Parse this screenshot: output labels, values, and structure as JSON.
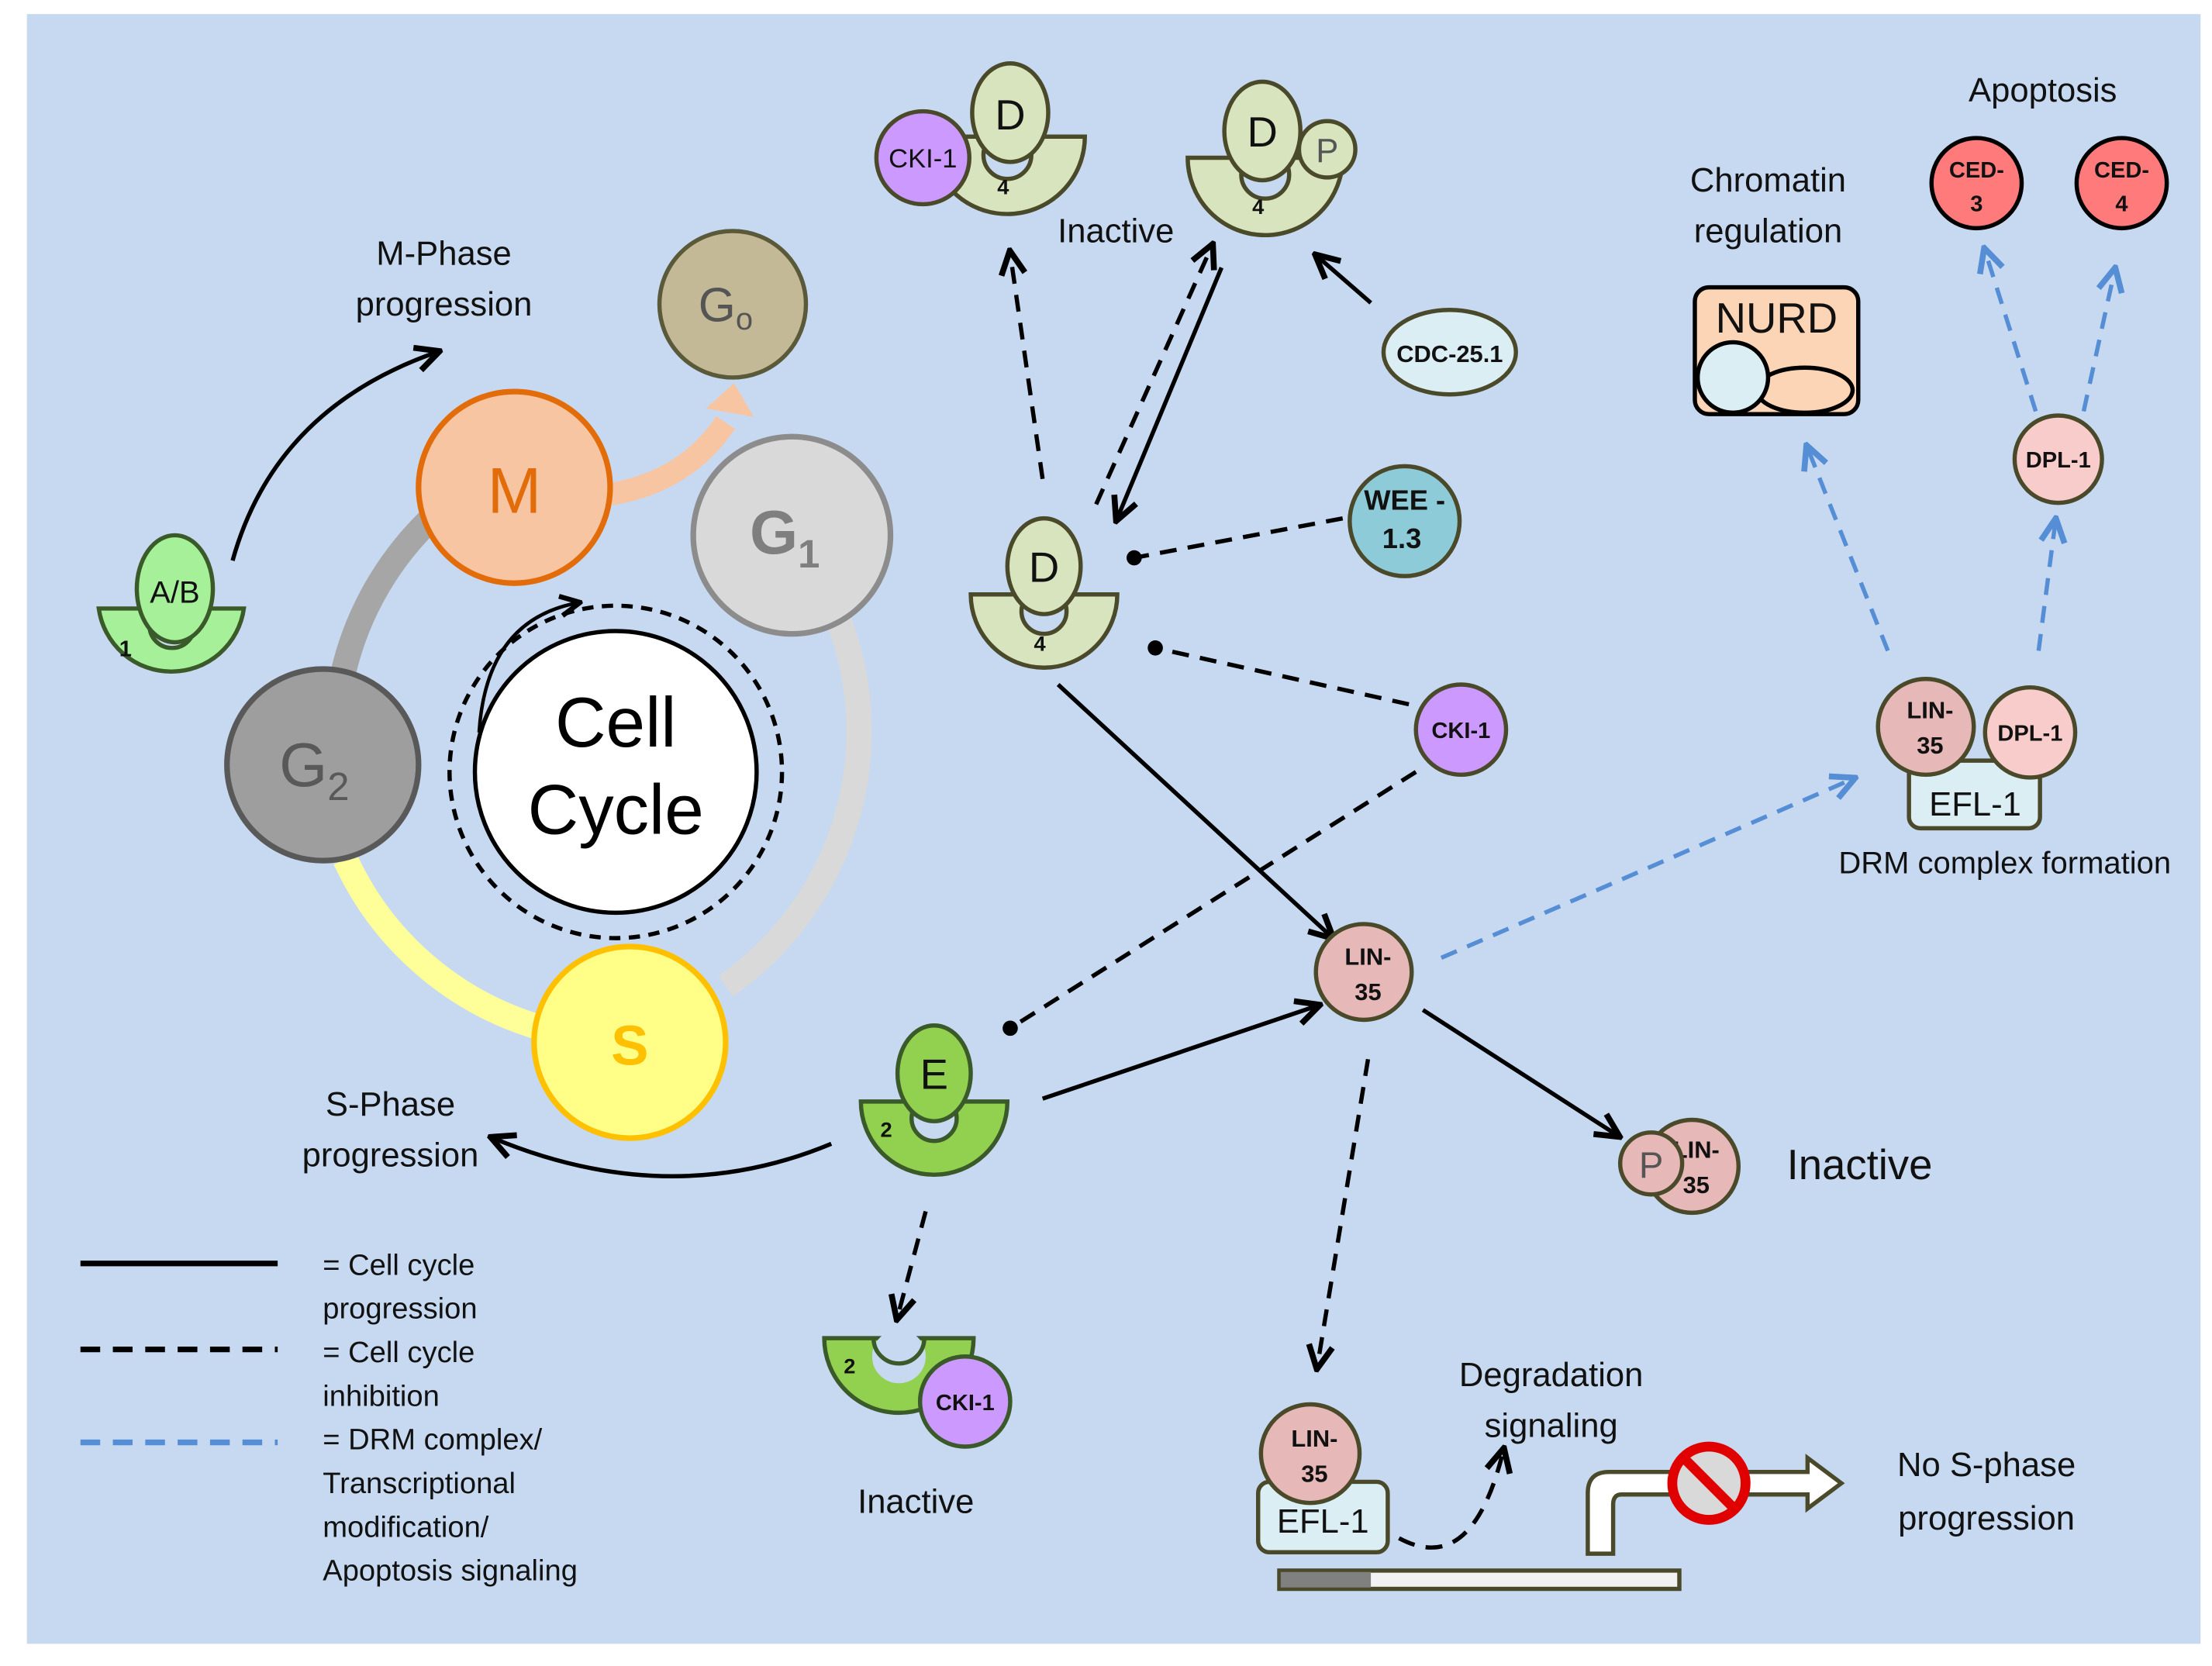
{
  "cell_cycle": {
    "center_line1": "Cell",
    "center_line2": "Cycle",
    "phases": {
      "m": "M",
      "g1": "G",
      "g1_sub": "1",
      "g2": "G",
      "g2_sub": "2",
      "s": "S",
      "g0": "G",
      "g0_sub": "o"
    },
    "m_phase_label_1": "M-Phase",
    "m_phase_label_2": "progression",
    "s_phase_label_1": "S-Phase",
    "s_phase_label_2": "progression"
  },
  "cyclins": {
    "ab": "A/B",
    "cdk1": "1",
    "d": "D",
    "cdk4": "4",
    "e": "E",
    "cdk2": "2",
    "p": "P"
  },
  "proteins": {
    "cki1": "CKI-1",
    "cdc25": "CDC-25.1",
    "wee_1": "WEE -",
    "wee_2": "1.3",
    "lin_1": "LIN-",
    "lin_2": "35",
    "dpl1": "DPL-1",
    "efl1": "EFL-1",
    "ced_1": "CED-",
    "ced3": "3",
    "ced4": "4",
    "nurd": "NURD"
  },
  "labels": {
    "inactive": "Inactive",
    "apoptosis": "Apoptosis",
    "chromatin_1": "Chromatin",
    "chromatin_2": "regulation",
    "drm": "DRM complex formation",
    "degradation_1": "Degradation",
    "degradation_2": "signaling",
    "no_s_1": "No S-phase",
    "no_s_2": "progression"
  },
  "legend": {
    "solid_1": "= Cell cycle",
    "solid_2": "progression",
    "dashed_1": "= Cell cycle",
    "dashed_2": "inhibition",
    "blue_1": "= DRM complex/",
    "blue_2": "Transcriptional",
    "blue_3": "modification/",
    "blue_4": "Apoptosis signaling"
  },
  "colors": {
    "background": "#c6d9f0",
    "m": "#f8c5a3",
    "g1": "#d8d8d8",
    "g2": "#9e9e9e",
    "s": "#ffff88",
    "g0": "#c4b997",
    "cyclin_d": "#d7e4bd",
    "cyclin_e": "#92d050",
    "cyclin_ab": "#a6f09a",
    "cki1": "#cc99ff",
    "wee": "#8ecbd8",
    "lin35": "#e6b8b7",
    "dpl1": "#f9cccc",
    "ced": "#ff7b7b",
    "nurd": "#fbd5b5",
    "efl1": "#dbeef4",
    "blue_arrow": "#558ed5"
  }
}
